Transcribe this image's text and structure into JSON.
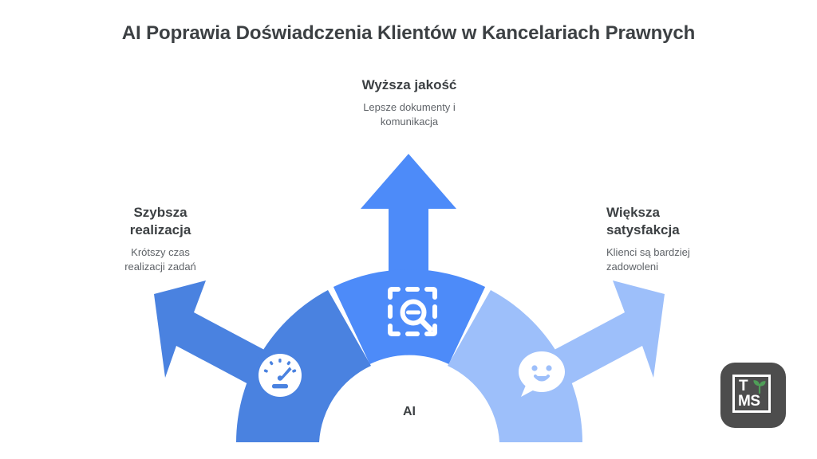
{
  "page": {
    "background_color": "#ffffff",
    "title": "AI Poprawia Doświadczenia Klientów w Kancelariach Prawnych"
  },
  "diagram": {
    "type": "radial-arch-arrows",
    "center_label": "AI",
    "colors": {
      "segment_left": "#4a82e0",
      "segment_center": "#4d8bf9",
      "segment_right": "#9dbffa",
      "text_dark": "#3c4043",
      "text_muted": "#5f6368",
      "icon": "#ffffff",
      "background": "#ffffff"
    },
    "nodes": [
      {
        "id": "top",
        "title": "Wyższa jakość",
        "description": "Lepsze dokumenty i\nkomunikacja",
        "icon": "zoom-out-scan-icon",
        "arrow_direction": "up",
        "color": "#4d8bf9"
      },
      {
        "id": "left",
        "title": "Szybsza\nrealizacja",
        "description": "Krótszy czas\nrealizacji zadań",
        "icon": "speedometer-icon",
        "arrow_direction": "up-left",
        "color": "#4a82e0"
      },
      {
        "id": "right",
        "title": "Większa\nsatysfakcja",
        "description": "Klienci są bardziej\nzadowoleni",
        "icon": "smiley-chat-bubble-icon",
        "arrow_direction": "up-right",
        "color": "#9dbffa"
      }
    ]
  },
  "logo": {
    "name": "tms-logo",
    "text_top": "T",
    "text_bottom": "MS",
    "badge_color": "#4d4d4d",
    "sprout_color": "#4f9e58",
    "frame_color": "#ffffff"
  }
}
